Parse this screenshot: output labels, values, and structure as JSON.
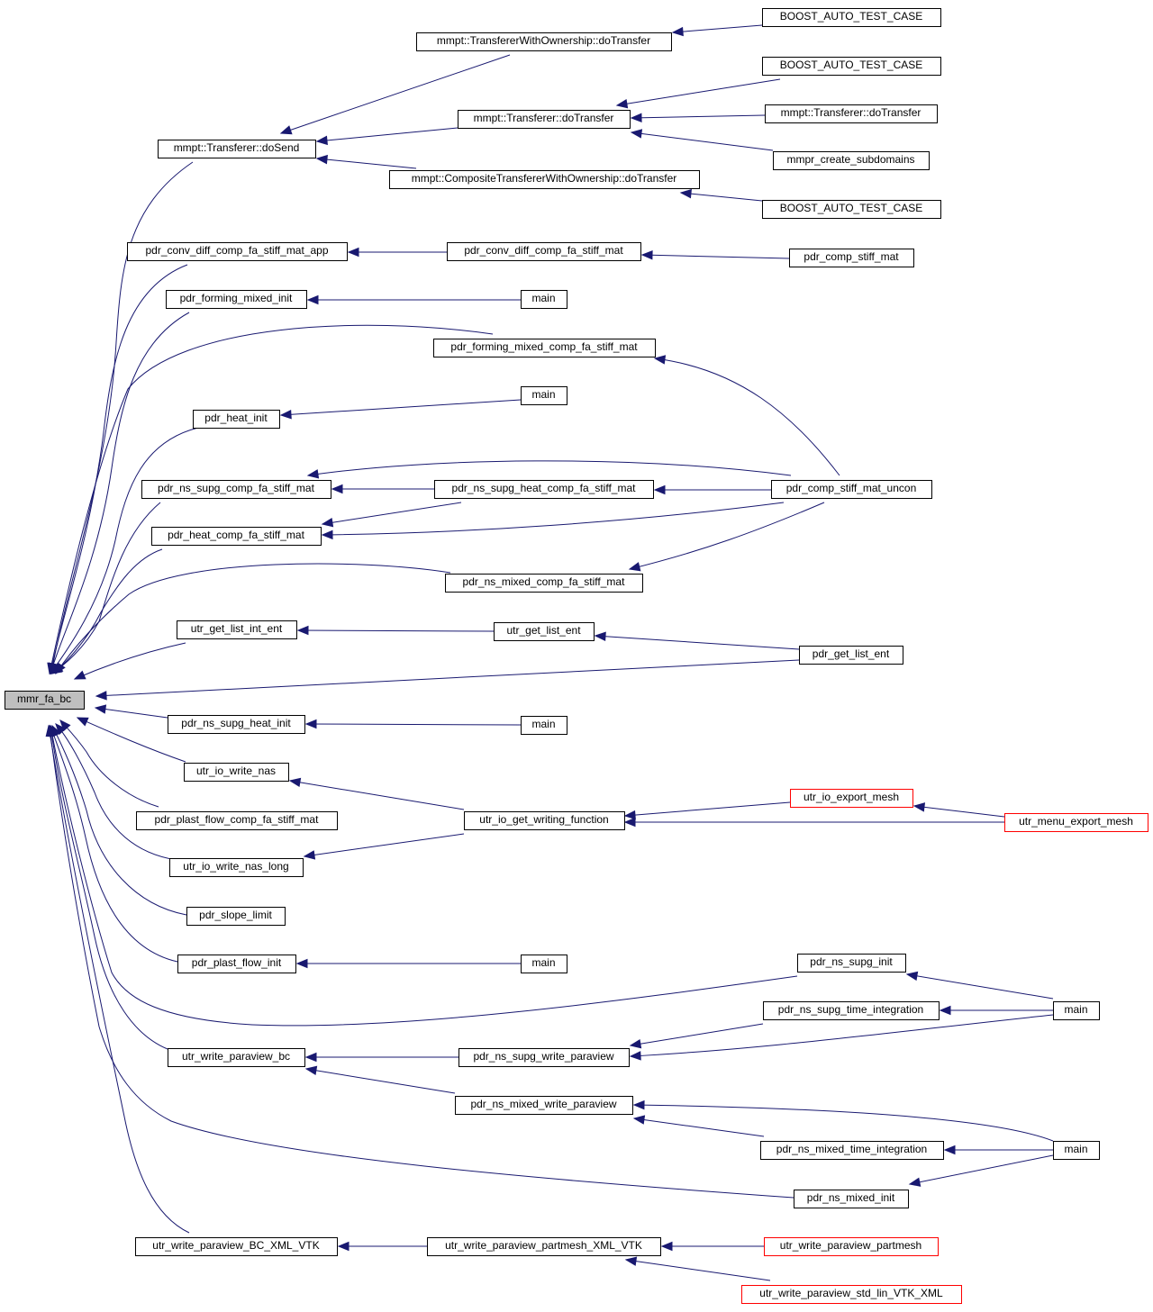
{
  "graph": {
    "type": "caller-graph",
    "colors": {
      "edge": "#191970",
      "node_border": "#000000",
      "truncated_border": "#ff0000",
      "root_fill": "#bfbfbf"
    },
    "nodes": [
      {
        "id": "n_root",
        "label": "mmr_fa_bc",
        "style": "root"
      },
      {
        "id": "n_doSend",
        "label": "mmpt::Transferer::doSend"
      },
      {
        "id": "n_convApp",
        "label": "pdr_conv_diff_comp_fa_stiff_mat_app"
      },
      {
        "id": "n_formInit",
        "label": "pdr_forming_mixed_init"
      },
      {
        "id": "n_heatInit",
        "label": "pdr_heat_init"
      },
      {
        "id": "n_nsSupgComp",
        "label": "pdr_ns_supg_comp_fa_stiff_mat"
      },
      {
        "id": "n_heatComp",
        "label": "pdr_heat_comp_fa_stiff_mat"
      },
      {
        "id": "n_listInt",
        "label": "utr_get_list_int_ent"
      },
      {
        "id": "n_nsSupgHeatInit",
        "label": "pdr_ns_supg_heat_init"
      },
      {
        "id": "n_ioNas",
        "label": "utr_io_write_nas"
      },
      {
        "id": "n_plastComp",
        "label": "pdr_plast_flow_comp_fa_stiff_mat"
      },
      {
        "id": "n_ioNasLong",
        "label": "utr_io_write_nas_long"
      },
      {
        "id": "n_slope",
        "label": "pdr_slope_limit"
      },
      {
        "id": "n_plastInit",
        "label": "pdr_plast_flow_init"
      },
      {
        "id": "n_pvBc",
        "label": "utr_write_paraview_bc"
      },
      {
        "id": "n_pvBcXml",
        "label": "utr_write_paraview_BC_XML_VTK"
      },
      {
        "id": "n_twoDo",
        "label": "mmpt::TransfererWithOwnership::doTransfer"
      },
      {
        "id": "n_tDo",
        "label": "mmpt::Transferer::doTransfer"
      },
      {
        "id": "n_ctwoDo",
        "label": "mmpt::CompositeTransfererWithOwnership::doTransfer"
      },
      {
        "id": "n_conv",
        "label": "pdr_conv_diff_comp_fa_stiff_mat"
      },
      {
        "id": "n_main1",
        "label": "main"
      },
      {
        "id": "n_formComp",
        "label": "pdr_forming_mixed_comp_fa_stiff_mat"
      },
      {
        "id": "n_main2",
        "label": "main"
      },
      {
        "id": "n_nsSupgHeatComp",
        "label": "pdr_ns_supg_heat_comp_fa_stiff_mat"
      },
      {
        "id": "n_nsMixedComp",
        "label": "pdr_ns_mixed_comp_fa_stiff_mat"
      },
      {
        "id": "n_listEnt",
        "label": "utr_get_list_ent"
      },
      {
        "id": "n_main3",
        "label": "main"
      },
      {
        "id": "n_ioGet",
        "label": "utr_io_get_writing_function"
      },
      {
        "id": "n_main4",
        "label": "main"
      },
      {
        "id": "n_nsSupgPv",
        "label": "pdr_ns_supg_write_paraview"
      },
      {
        "id": "n_nsMixedPv",
        "label": "pdr_ns_mixed_write_paraview"
      },
      {
        "id": "n_partXml",
        "label": "utr_write_paraview_partmesh_XML_VTK"
      },
      {
        "id": "n_boost1",
        "label": "BOOST_AUTO_TEST_CASE"
      },
      {
        "id": "n_boost2",
        "label": "BOOST_AUTO_TEST_CASE"
      },
      {
        "id": "n_tDo2",
        "label": "mmpt::Transferer::doTransfer"
      },
      {
        "id": "n_createSub",
        "label": "mmpr_create_subdomains"
      },
      {
        "id": "n_boost3",
        "label": "BOOST_AUTO_TEST_CASE"
      },
      {
        "id": "n_compStiff",
        "label": "pdr_comp_stiff_mat"
      },
      {
        "id": "n_uncon",
        "label": "pdr_comp_stiff_mat_uncon"
      },
      {
        "id": "n_getList",
        "label": "pdr_get_list_ent"
      },
      {
        "id": "n_ioExport",
        "label": "utr_io_export_mesh",
        "style": "red"
      },
      {
        "id": "n_nsSupgInit",
        "label": "pdr_ns_supg_init"
      },
      {
        "id": "n_nsSupgTime",
        "label": "pdr_ns_supg_time_integration"
      },
      {
        "id": "n_nsMixedTime",
        "label": "pdr_ns_mixed_time_integration"
      },
      {
        "id": "n_nsMixedInit",
        "label": "pdr_ns_mixed_init"
      },
      {
        "id": "n_pvPart",
        "label": "utr_write_paraview_partmesh",
        "style": "red"
      },
      {
        "id": "n_pvStd",
        "label": "utr_write_paraview_std_lin_VTK_XML",
        "style": "red"
      },
      {
        "id": "n_menuExport",
        "label": "utr_menu_export_mesh",
        "style": "red"
      },
      {
        "id": "n_main5",
        "label": "main"
      },
      {
        "id": "n_main6",
        "label": "main"
      }
    ],
    "edges": [
      [
        "n_doSend",
        "n_root"
      ],
      [
        "n_convApp",
        "n_root"
      ],
      [
        "n_formInit",
        "n_root"
      ],
      [
        "n_formComp",
        "n_root"
      ],
      [
        "n_heatInit",
        "n_root"
      ],
      [
        "n_nsSupgComp",
        "n_root"
      ],
      [
        "n_heatComp",
        "n_root"
      ],
      [
        "n_nsMixedComp",
        "n_root"
      ],
      [
        "n_listInt",
        "n_root"
      ],
      [
        "n_getList",
        "n_root"
      ],
      [
        "n_nsSupgHeatInit",
        "n_root"
      ],
      [
        "n_ioNas",
        "n_root"
      ],
      [
        "n_plastComp",
        "n_root"
      ],
      [
        "n_ioNasLong",
        "n_root"
      ],
      [
        "n_slope",
        "n_root"
      ],
      [
        "n_plastInit",
        "n_root"
      ],
      [
        "n_nsSupgInit",
        "n_root"
      ],
      [
        "n_pvBc",
        "n_root"
      ],
      [
        "n_nsMixedInit",
        "n_root"
      ],
      [
        "n_pvBcXml",
        "n_root"
      ],
      [
        "n_twoDo",
        "n_doSend"
      ],
      [
        "n_tDo",
        "n_doSend"
      ],
      [
        "n_ctwoDo",
        "n_doSend"
      ],
      [
        "n_boost1",
        "n_twoDo"
      ],
      [
        "n_boost2",
        "n_tDo"
      ],
      [
        "n_tDo2",
        "n_tDo"
      ],
      [
        "n_createSub",
        "n_tDo"
      ],
      [
        "n_boost3",
        "n_ctwoDo"
      ],
      [
        "n_conv",
        "n_convApp"
      ],
      [
        "n_compStiff",
        "n_conv"
      ],
      [
        "n_main1",
        "n_formInit"
      ],
      [
        "n_uncon",
        "n_formComp"
      ],
      [
        "n_main2",
        "n_heatInit"
      ],
      [
        "n_uncon",
        "n_nsSupgComp"
      ],
      [
        "n_nsSupgHeatComp",
        "n_nsSupgComp"
      ],
      [
        "n_uncon",
        "n_nsSupgHeatComp"
      ],
      [
        "n_nsSupgHeatComp",
        "n_heatComp"
      ],
      [
        "n_uncon",
        "n_heatComp"
      ],
      [
        "n_uncon",
        "n_nsMixedComp"
      ],
      [
        "n_listEnt",
        "n_listInt"
      ],
      [
        "n_getList",
        "n_listEnt"
      ],
      [
        "n_main3",
        "n_nsSupgHeatInit"
      ],
      [
        "n_ioGet",
        "n_ioNas"
      ],
      [
        "n_ioGet",
        "n_ioNasLong"
      ],
      [
        "n_ioExport",
        "n_ioGet"
      ],
      [
        "n_menuExport",
        "n_ioGet"
      ],
      [
        "n_menuExport",
        "n_ioExport"
      ],
      [
        "n_main4",
        "n_plastInit"
      ],
      [
        "n_main5",
        "n_nsSupgInit"
      ],
      [
        "n_nsSupgTime",
        "n_nsSupgPv"
      ],
      [
        "n_main5",
        "n_nsSupgPv"
      ],
      [
        "n_main5",
        "n_nsSupgTime"
      ],
      [
        "n_nsSupgPv",
        "n_pvBc"
      ],
      [
        "n_nsMixedPv",
        "n_pvBc"
      ],
      [
        "n_main6",
        "n_nsMixedPv"
      ],
      [
        "n_nsMixedTime",
        "n_nsMixedPv"
      ],
      [
        "n_main6",
        "n_nsMixedTime"
      ],
      [
        "n_main6",
        "n_nsMixedInit"
      ],
      [
        "n_partXml",
        "n_pvBcXml"
      ],
      [
        "n_pvPart",
        "n_partXml"
      ],
      [
        "n_pvStd",
        "n_partXml"
      ]
    ]
  }
}
